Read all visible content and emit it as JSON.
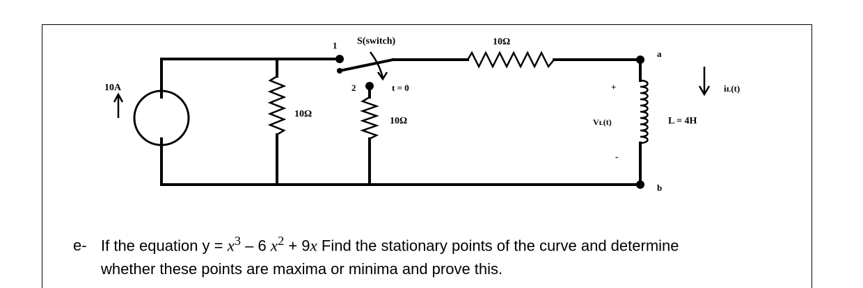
{
  "circuit": {
    "source_label": "10A",
    "switch_label": "S(switch)",
    "terminal_1": "1",
    "terminal_2": "2",
    "switch_time": "t = 0",
    "series_resistor": "10Ω",
    "shunt_resistor_1": "10Ω",
    "shunt_resistor_2": "10Ω",
    "node_a": "a",
    "node_b": "b",
    "plus_sign": "+",
    "minus_sign": "-",
    "voltage_label": "Vʟ(t)",
    "current_label": "iʟ(t)",
    "inductor_label": "L = 4H"
  },
  "question": {
    "marker": "e-",
    "text_before": "If the equation y = ",
    "x3": "x",
    "exp3": "3",
    "minus6": " – 6 ",
    "x2": "x",
    "exp2": "2",
    "plus9": " + 9",
    "x1": "x",
    "text_after": " Find the stationary points of the curve and determine",
    "line2": "whether these points are maxima or minima and prove this."
  }
}
